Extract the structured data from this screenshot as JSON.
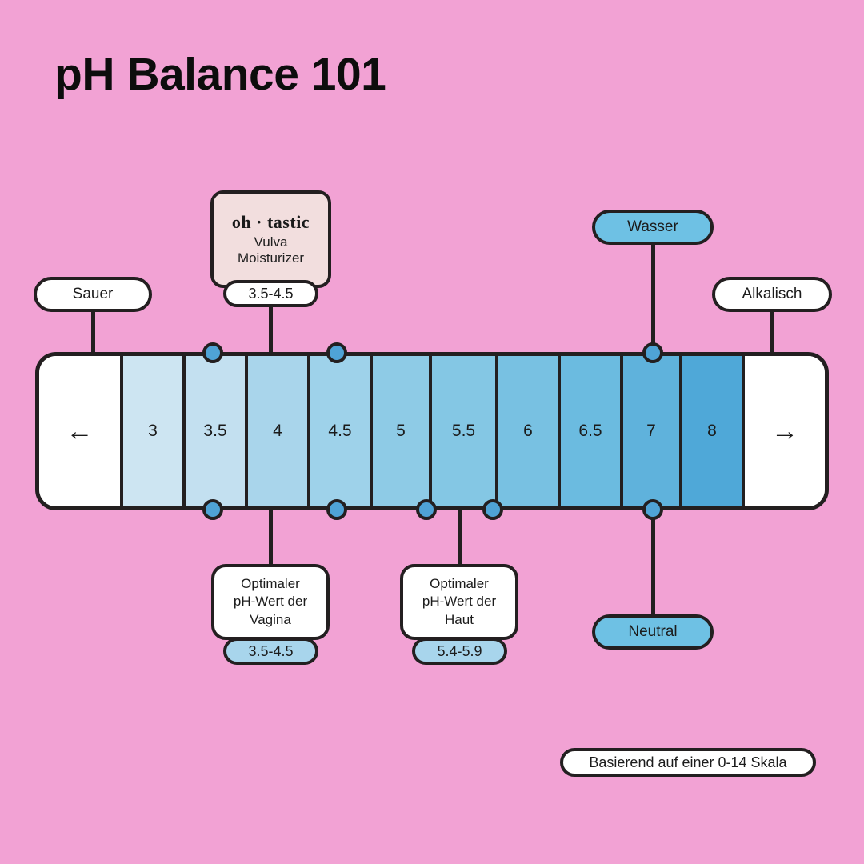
{
  "page": {
    "title": "pH Balance 101",
    "background_color": "#f2a2d4",
    "ink_color": "#231f20"
  },
  "chart_data": {
    "type": "bar",
    "title": "pH Balance 101",
    "xlabel": "pH",
    "ylabel": "",
    "grid": false,
    "legend": "none",
    "scale_note": "Basierend auf einer 0-14 Skala",
    "categories": [
      "left-arrow",
      "3",
      "3.5",
      "4",
      "4.5",
      "5",
      "5.5",
      "6",
      "6.5",
      "7",
      "8",
      "right-arrow"
    ],
    "segments": [
      {
        "label": "←",
        "value": null,
        "color": "#ffffff",
        "kind": "cap"
      },
      {
        "label": "3",
        "value": 3,
        "color": "#cde5f2",
        "kind": "step"
      },
      {
        "label": "3.5",
        "value": 3.5,
        "color": "#c3e0f0",
        "kind": "step"
      },
      {
        "label": "4",
        "value": 4,
        "color": "#a9d5eb",
        "kind": "step"
      },
      {
        "label": "4.5",
        "value": 4.5,
        "color": "#9ed2ea",
        "kind": "step"
      },
      {
        "label": "5",
        "value": 5,
        "color": "#8ecbe6",
        "kind": "step"
      },
      {
        "label": "5.5",
        "value": 5.5,
        "color": "#84c7e4",
        "kind": "step"
      },
      {
        "label": "6",
        "value": 6,
        "color": "#78c1e2",
        "kind": "step"
      },
      {
        "label": "6.5",
        "value": 6.5,
        "color": "#6bbbe0",
        "kind": "step"
      },
      {
        "label": "7",
        "value": 7,
        "color": "#5fb2dc",
        "kind": "step"
      },
      {
        "label": "8",
        "value": 8,
        "color": "#4fa8d8",
        "kind": "step"
      },
      {
        "label": "→",
        "value": null,
        "color": "#ffffff",
        "kind": "cap"
      }
    ],
    "annotations": [
      {
        "name": "sauer",
        "label": "Sauer",
        "side": "top",
        "anchor_value": null,
        "style": "white-pill"
      },
      {
        "name": "alkalisch",
        "label": "Alkalisch",
        "side": "top",
        "anchor_value": null,
        "style": "white-pill"
      },
      {
        "name": "wasser",
        "label": "Wasser",
        "side": "top",
        "anchor_value": 7,
        "style": "blue-pill"
      },
      {
        "name": "neutral",
        "label": "Neutral",
        "side": "bottom",
        "anchor_value": 7,
        "style": "blue-pill"
      },
      {
        "name": "product",
        "label": "Vulva Moisturizer",
        "side": "top",
        "range": "3.5-4.5",
        "style": "brand-card"
      },
      {
        "name": "vagina",
        "label": "Optimaler pH-Wert der Vagina",
        "side": "bottom",
        "range": "3.5-4.5",
        "style": "callout"
      },
      {
        "name": "haut",
        "label": "Optimaler pH-Wert der Haut",
        "side": "bottom",
        "range": "5.4-5.9",
        "style": "callout"
      }
    ]
  },
  "scale": {
    "left_arrow": "←",
    "right_arrow": "→",
    "ticks": [
      "3",
      "3.5",
      "4",
      "4.5",
      "5",
      "5.5",
      "6",
      "6.5",
      "7",
      "8"
    ]
  },
  "labels": {
    "sauer": "Sauer",
    "alkalisch": "Alkalisch",
    "wasser": "Wasser",
    "neutral": "Neutral"
  },
  "brand": {
    "logo": "oh · tastic",
    "product_line1": "Vulva",
    "product_line2": "Moisturizer",
    "range": "3.5-4.5"
  },
  "callouts": {
    "vagina": {
      "line1": "Optimaler",
      "line2": "pH-Wert der",
      "line3": "Vagina",
      "range": "3.5-4.5"
    },
    "haut": {
      "line1": "Optimaler",
      "line2": "pH-Wert der",
      "line3": "Haut",
      "range": "5.4-5.9"
    }
  },
  "footer": {
    "note": "Basierend auf einer 0-14 Skala"
  }
}
